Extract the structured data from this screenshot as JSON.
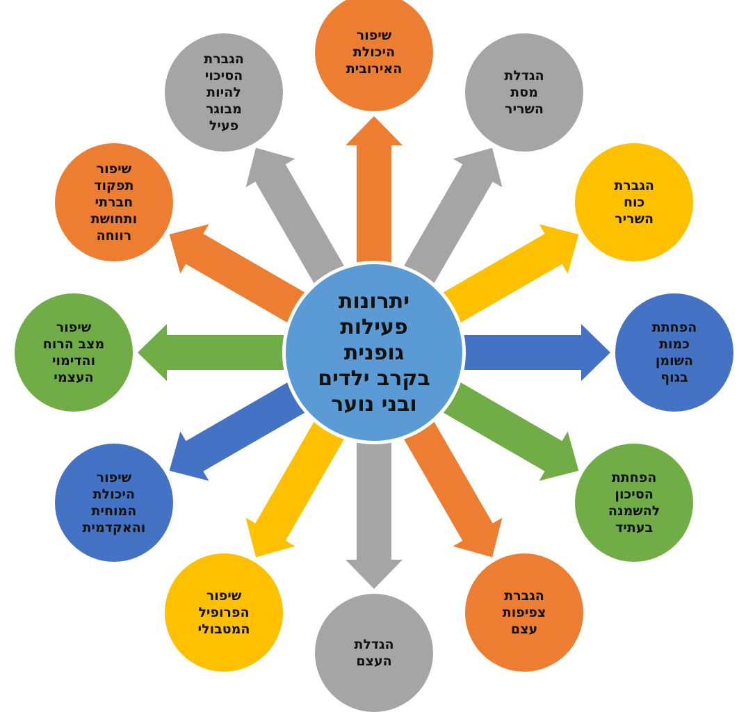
{
  "title": "יתרונות פעילות גופנית בקרב ילדים ובני נוער",
  "colors": {
    "orange": "#ED7D31",
    "gray": "#A5A5A5",
    "yellow": "#FFC000",
    "blue": "#4472C4",
    "green": "#70AD47",
    "center": "#5B9BD5"
  },
  "center": {
    "label": "יתרונות\nפעילות\nגופנית\nבקרב ילדים\nובני נוער",
    "color": "#5B9BD5"
  },
  "benefits": [
    {
      "id": "aerobic",
      "label": "שיפור\nהיכולת\nהאירובית",
      "color": "#ED7D31",
      "direction": "top"
    },
    {
      "id": "muscle-mass",
      "label": "הגדלת\nמסת\nהשריר",
      "color": "#A5A5A5",
      "direction": "top-right"
    },
    {
      "id": "muscle-strength",
      "label": "הגברת\nכוח\nהשריר",
      "color": "#FFC000",
      "direction": "upper-right"
    },
    {
      "id": "body-fat",
      "label": "הפחתת\nכמות\nהשומן\nבגוף",
      "color": "#4472C4",
      "direction": "right"
    },
    {
      "id": "obesity-risk",
      "label": "הפחתת\nהסיכון\nלהשמנה\nבעתיד",
      "color": "#70AD47",
      "direction": "lower-right"
    },
    {
      "id": "bone-density",
      "label": "הגברת\nצפיפות\nעצם",
      "color": "#ED7D31",
      "direction": "bottom-right"
    },
    {
      "id": "bone-growth",
      "label": "הגדלת\nהעצם",
      "color": "#A5A5A5",
      "direction": "bottom"
    },
    {
      "id": "metabolic",
      "label": "שיפור\nהפרופיל\nהמטבולי",
      "color": "#FFC000",
      "direction": "bottom-left"
    },
    {
      "id": "cognitive",
      "label": "שיפור\nהיכולת\nהמוחית\nוהאקדמית",
      "color": "#4472C4",
      "direction": "lower-left"
    },
    {
      "id": "mood",
      "label": "שיפור\nמצב הרוח\nוהדימוי\nהעצמי",
      "color": "#70AD47",
      "direction": "left"
    },
    {
      "id": "social",
      "label": "שיפור\nתפקוד\nחברתי\nותחושת\nרווחה",
      "color": "#ED7D31",
      "direction": "upper-left"
    },
    {
      "id": "active-adult",
      "label": "הגברת\nהסיכוי\nלהיות\nמבוגר\nפעיל",
      "color": "#A5A5A5",
      "direction": "top-left"
    }
  ]
}
